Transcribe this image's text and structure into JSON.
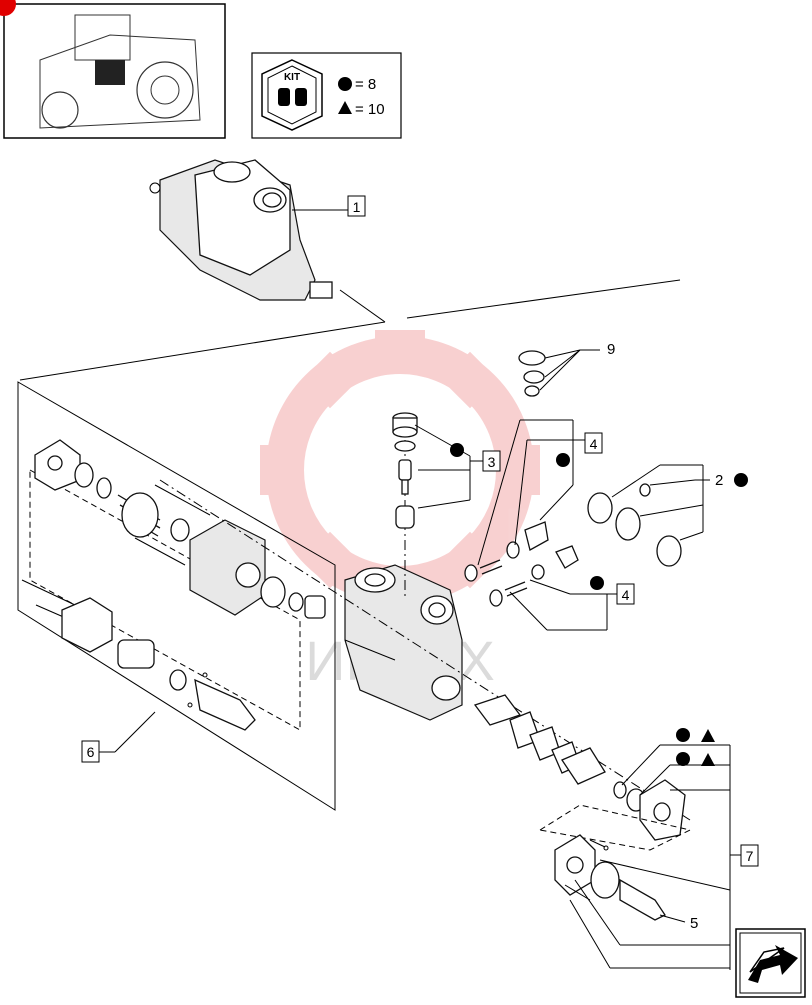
{
  "watermark": {
    "text": "ИНТЕХ",
    "color": "#e03030"
  },
  "kit": {
    "label": "KIT",
    "legend": [
      {
        "symbol": "●",
        "value": "= 8"
      },
      {
        "symbol": "▲",
        "value": "= 10"
      }
    ]
  },
  "callouts": {
    "c1": "1",
    "c2": "2",
    "c3": "3",
    "c4a": "4",
    "c4b": "4",
    "c5": "5",
    "c6": "6",
    "c7": "7",
    "c9": "9"
  },
  "colors": {
    "line": "#000000",
    "badge": "#e00000"
  },
  "icons": {
    "nav": "next-page-arrow-icon",
    "thumbnail": "tractor-thumbnail-icon"
  }
}
